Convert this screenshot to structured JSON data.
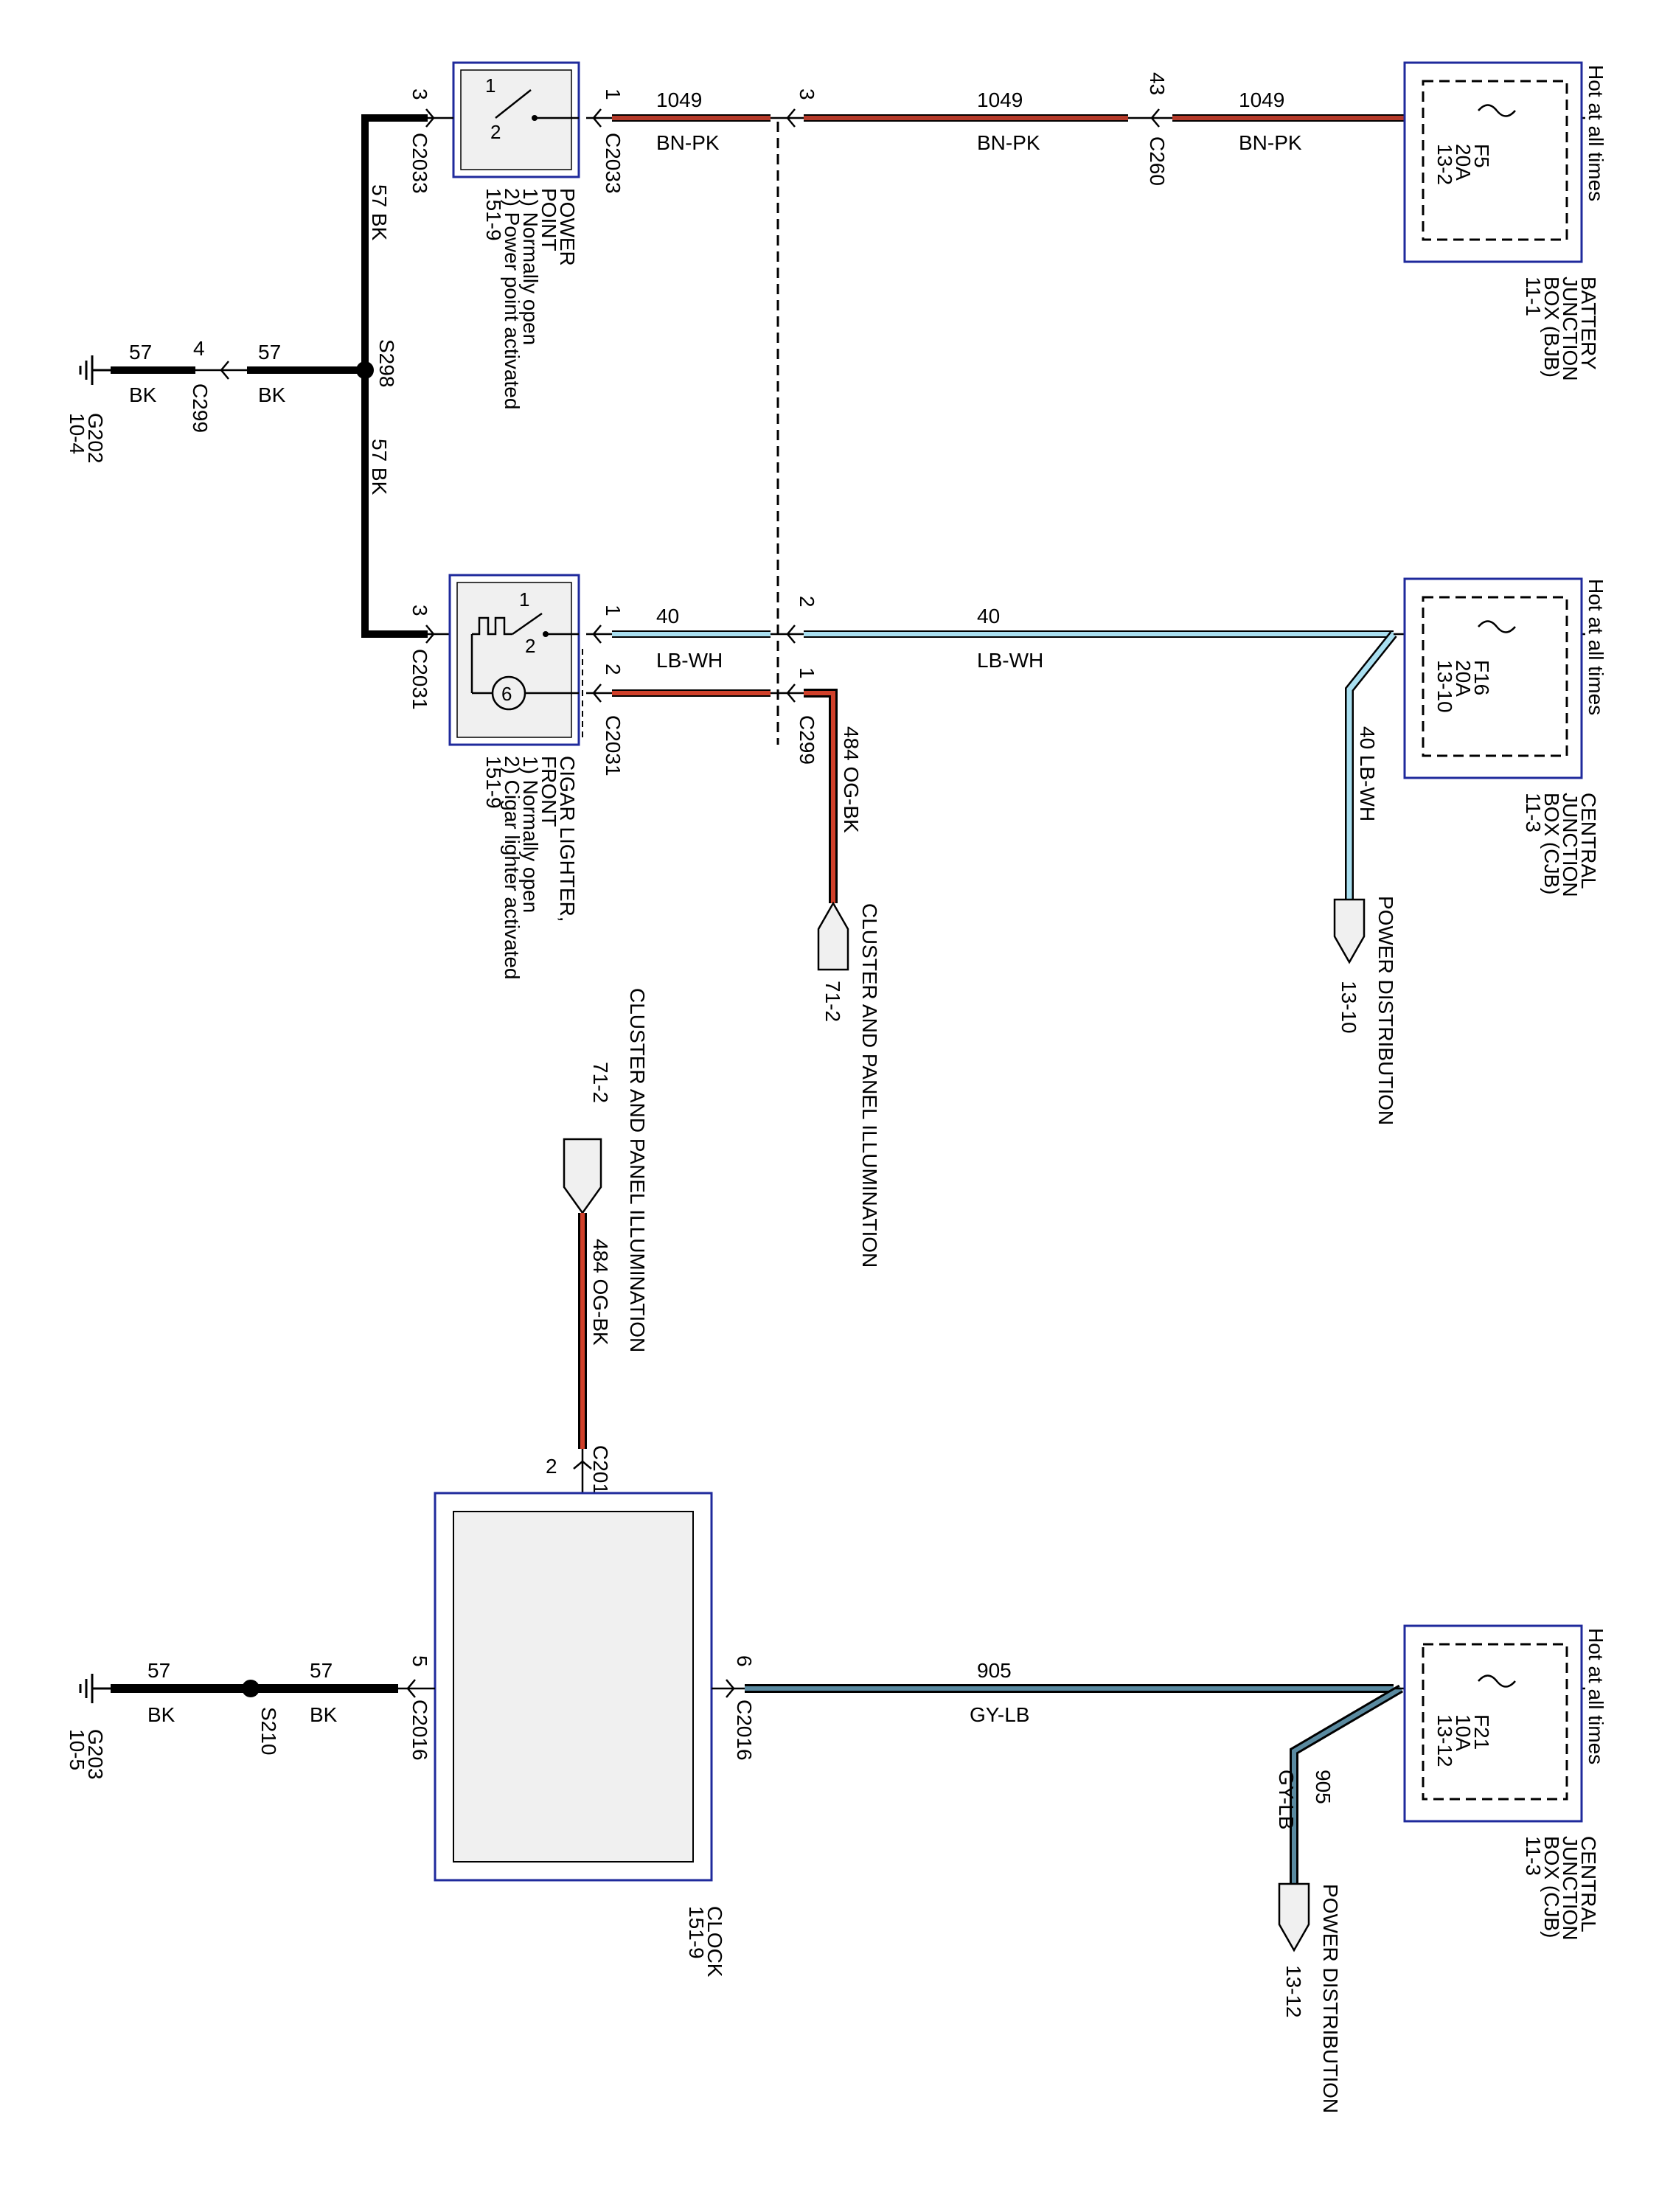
{
  "hot_labels": [
    "Hot at all times",
    "Hot at all times",
    "Hot at all times"
  ],
  "modules": {
    "bjb": {
      "lines": [
        "BATTERY",
        "JUNCTION",
        "BOX (BJB)",
        "11-1"
      ],
      "fuse": [
        "F5",
        "20A",
        "13-2"
      ]
    },
    "cjb1": {
      "lines": [
        "CENTRAL",
        "JUNCTION",
        "BOX (CJB)",
        "11-3"
      ],
      "fuse": [
        "F16",
        "20A",
        "13-10"
      ]
    },
    "cjb2": {
      "lines": [
        "CENTRAL",
        "JUNCTION",
        "BOX (CJB)",
        "11-3"
      ],
      "fuse": [
        "F21",
        "10A",
        "13-12"
      ]
    },
    "power_point": {
      "lines": [
        "POWER",
        "POINT",
        "1) Normally open",
        "2) Power point activated",
        "151-9"
      ],
      "pins": [
        "1",
        "2"
      ]
    },
    "cigar": {
      "lines": [
        "CIGAR LIGHTER,",
        "FRONT",
        "1) Normally open",
        "2) Cigar lighter activated",
        "151-9"
      ],
      "pins": [
        "1",
        "2"
      ]
    },
    "clock": {
      "lines": [
        "CLOCK",
        "151-9"
      ]
    }
  },
  "circuits": {
    "c1049": {
      "num": "1049",
      "color": "BN-PK"
    },
    "c40": {
      "num": "40",
      "color": "LB-WH"
    },
    "c40_branch": "40  LB-WH",
    "c484": "484  OG-BK",
    "c905": {
      "num": "905",
      "color": "GY-LB"
    },
    "c57": {
      "num": "57",
      "color": "BK"
    },
    "c57_vert": "57  BK"
  },
  "connectors": {
    "c2033": "C2033",
    "c2031": "C2031",
    "c299": "C299",
    "c260": "C260",
    "c2016": "C2016"
  },
  "pins": {
    "p1": "1",
    "p2": "2",
    "p3": "3",
    "p4": "4",
    "p5": "5",
    "p6": "6",
    "p43": "43"
  },
  "splices": {
    "s298": "S298",
    "s210": "S210"
  },
  "grounds": {
    "g202": [
      "G202",
      "10-4"
    ],
    "g203": [
      "G203",
      "10-5"
    ]
  },
  "refs": {
    "cluster_label": "CLUSTER AND PANEL ILLUMINATION",
    "cluster_page": "71-2",
    "power_dist_label": "POWER DISTRIBUTION",
    "pd_1310": "13-10",
    "pd_1312": "13-12"
  },
  "wire_colors": {
    "brown_pink": "#b53a2a",
    "light_blue": "#a9dff0",
    "orange_black": "#d0402a",
    "gray_lightblue": "#5a8aa0",
    "black": "#000000",
    "module_border": "#1f2a9c"
  }
}
